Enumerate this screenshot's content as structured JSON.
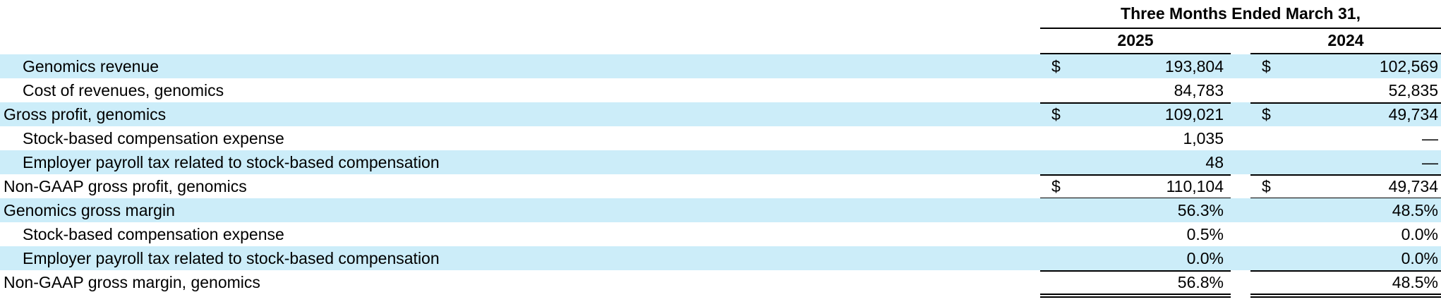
{
  "header": {
    "period": "Three Months Ended March 31,",
    "years": [
      "2025",
      "2024"
    ]
  },
  "rows": [
    {
      "label": "Genomics revenue",
      "indent": 1,
      "shaded": true,
      "c1": {
        "cur": "$",
        "val": "193,804"
      },
      "c2": {
        "cur": "$",
        "val": "102,569"
      }
    },
    {
      "label": "Cost of revenues, genomics",
      "indent": 1,
      "shaded": false,
      "c1": {
        "cur": "",
        "val": "84,783"
      },
      "c2": {
        "cur": "",
        "val": "52,835"
      }
    },
    {
      "label": "Gross profit, genomics",
      "indent": 0,
      "shaded": true,
      "c1": {
        "cur": "$",
        "val": "109,021"
      },
      "c2": {
        "cur": "$",
        "val": "49,734"
      }
    },
    {
      "label": "Stock-based compensation expense",
      "indent": 1,
      "shaded": false,
      "c1": {
        "cur": "",
        "val": "1,035"
      },
      "c2": {
        "cur": "",
        "val": "—"
      }
    },
    {
      "label": "Employer payroll tax related to stock-based compensation",
      "indent": 1,
      "shaded": true,
      "c1": {
        "cur": "",
        "val": "48"
      },
      "c2": {
        "cur": "",
        "val": "—"
      }
    },
    {
      "label": "Non-GAAP gross profit, genomics",
      "indent": 0,
      "shaded": false,
      "c1": {
        "cur": "$",
        "val": "110,104"
      },
      "c2": {
        "cur": "$",
        "val": "49,734"
      }
    },
    {
      "label": "Genomics gross margin",
      "indent": 0,
      "shaded": true,
      "c1": {
        "cur": "",
        "val": "56.3%"
      },
      "c2": {
        "cur": "",
        "val": "48.5%"
      }
    },
    {
      "label": "Stock-based compensation expense",
      "indent": 1,
      "shaded": false,
      "c1": {
        "cur": "",
        "val": "0.5%"
      },
      "c2": {
        "cur": "",
        "val": "0.0%"
      }
    },
    {
      "label": "Employer payroll tax related to stock-based compensation",
      "indent": 1,
      "shaded": true,
      "c1": {
        "cur": "",
        "val": "0.0%"
      },
      "c2": {
        "cur": "",
        "val": "0.0%"
      }
    },
    {
      "label": "Non-GAAP gross margin, genomics",
      "indent": 0,
      "shaded": false,
      "c1": {
        "cur": "",
        "val": "56.8%"
      },
      "c2": {
        "cur": "",
        "val": "48.5%"
      }
    }
  ]
}
